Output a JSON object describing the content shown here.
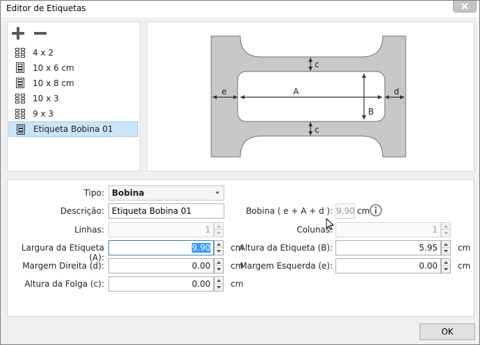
{
  "window": {
    "title": "Editor de Etiquetas"
  },
  "toolbar": {
    "add_icon": "plus-icon",
    "remove_icon": "minus-icon"
  },
  "labels": [
    {
      "name": "4 x 2",
      "icon": "grid-label-icon"
    },
    {
      "name": "10 x 6 cm",
      "icon": "roll-label-icon"
    },
    {
      "name": "10 x 8 cm",
      "icon": "roll-label-icon"
    },
    {
      "name": "10 x 3",
      "icon": "grid-label-icon"
    },
    {
      "name": "9 x 3",
      "icon": "grid-label-icon"
    },
    {
      "name": "Etiqueta Bobina 01",
      "icon": "roll-label-icon",
      "selected": true
    }
  ],
  "diagram": {
    "label_a": "A",
    "label_b": "B",
    "label_c_top": "c",
    "label_c_bottom": "c",
    "label_d": "d",
    "label_e": "e"
  },
  "form": {
    "tipo_label": "Tipo:",
    "tipo_value": "Bobina",
    "descricao_label": "Descrição:",
    "descricao_value": "Etiqueta Bobina 01",
    "bobina_label": "Bobina ( e + A + d ):",
    "bobina_value": "9.90",
    "bobina_unit": "cm",
    "linhas_label": "Linhas:",
    "linhas_value": "1",
    "colunas_label": "Colunas:",
    "colunas_value": "1",
    "largura_label": "Largura da Etiqueta (A):",
    "largura_value": "9.90",
    "largura_unit": "cm",
    "altura_label": "Altura da Etiqueta (B):",
    "altura_value": "5.95",
    "altura_unit": "cm",
    "margem_direita_label": "Margem Direita (d):",
    "margem_direita_value": "0.00",
    "margem_direita_unit": "cm",
    "margem_esquerda_label": "Margem Esquerda (e):",
    "margem_esquerda_value": "0.00",
    "margem_esquerda_unit": "cm",
    "folga_label": "Altura da Folga (c):",
    "folga_value": "0.00",
    "folga_unit": "cm"
  },
  "footer": {
    "ok_label": "OK"
  }
}
